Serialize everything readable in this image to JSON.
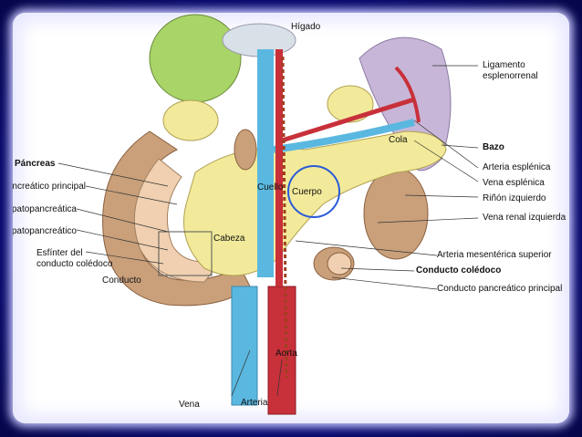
{
  "labels": {
    "higado": "Hígado",
    "ligamento_1": "Ligamento",
    "ligamento_2": "esplenorrenal",
    "bazo": "Bazo",
    "arteria_esplenica": "Arteria esplénica",
    "vena_esplenica": "Vena esplénica",
    "rinon_izquierdo": "Riñón izquierdo",
    "vena_renal_izquierda": "Vena renal izquierda",
    "arteria_mesenterica": "Arteria mesentérica superior",
    "conducto_coledoco": "Conducto colédoco",
    "conducto_pancreatico_principal": "Conducto pancreático principal",
    "pancreas": "Páncreas",
    "pancreatico_principal": "Conducto pancreático principal",
    "hepatopancreatica_1": "Ampolla hepatopancreática",
    "hepatopancreatico": "Esfínter hepatopancreático",
    "esfinter_1": "Esfínter del",
    "esfinter_2": "conducto colédoco",
    "conducto": "Conducto",
    "vena": "Vena",
    "arteria": "Arteria",
    "aorta": "Aorta"
  },
  "regions": {
    "cola": "Cola",
    "cuello": "Cuello",
    "cuerpo": "Cuerpo",
    "cabeza": "Cabeza"
  },
  "colors": {
    "background": "#0a0a78",
    "pancreas": "#f2ea9a",
    "spleen": "#c8b6d8",
    "kidney": "#c9a07a",
    "artery": "#c8303a",
    "vein": "#5ab8e0",
    "liver": "#a8d468",
    "marker_line": "#a04020",
    "highlight_circle": "#2a5ad8"
  }
}
